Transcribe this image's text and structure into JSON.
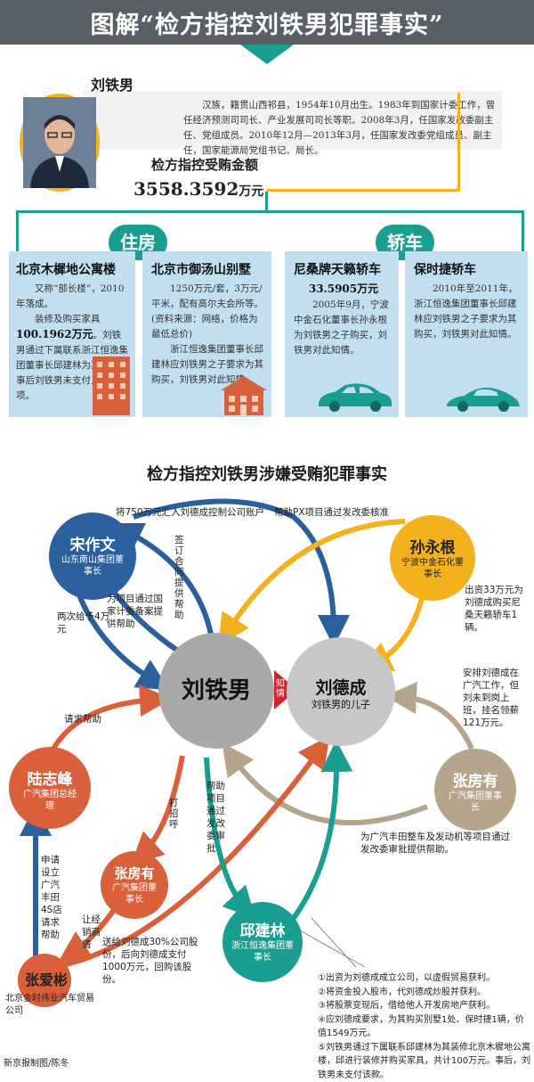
{
  "title": "图解“检方指控刘铁男犯罪事实”",
  "profile": {
    "name": "刘铁男",
    "bio": "汉族，籍贯山西祁县，1954年10月出生。1983年到国家计委工作，曾任经济预测司司长、产业发展司司长等职。2008年3月，任国家发改委副主任、党组成员。2010年12月—2013年3月，任国家发改委党组成员、副主任，国家能源局党组书记、局长。",
    "amount_label": "检方指控受贿金额",
    "amount_value": "3558.3592",
    "amount_unit": "万元"
  },
  "categories": {
    "housing": "住房",
    "cars": "轿车"
  },
  "cards": [
    {
      "title": "北京木樨地公寓楼",
      "p1": "又称“部长楼”，2010年落成。",
      "p2_pre": "装修及购买家具",
      "p2_bold": "100.1962万元",
      "p2_post": "。刘铁男通过下属联系浙江恒逸集团董事长邱建林为其装修，事后刘铁男未支付上述款项。"
    },
    {
      "title": "北京市御汤山别墅",
      "p1": "1250万元/套，3万元/平米，配有高尔夫会所等。(资料来源：网络，价格为最低总价)",
      "p2_pre": "浙江恒逸集团董事长邱建林应刘铁男之子要求为其购买，刘铁男对此知情。",
      "p2_bold": "",
      "p2_post": ""
    },
    {
      "title": "尼桑牌天籁轿车",
      "p1": "",
      "p2_pre": "",
      "p2_bold": "33.5905万元",
      "p2_post": "2005年9月，宁波中金石化董事长孙永根为刘铁男之子购买，刘铁男对此知情。"
    },
    {
      "title": "保时捷轿车",
      "p1": "2010年至2011年，浙江恒逸集团董事长邱建林应刘铁男之子要求为其购买，刘铁男对此知情。",
      "p2_pre": "",
      "p2_bold": "",
      "p2_post": ""
    }
  ],
  "diagram": {
    "title": "检方指控刘铁男涉嫌受贿犯罪事实",
    "center": {
      "name": "刘铁男"
    },
    "son": {
      "name": "刘德成",
      "sub": "刘铁男的儿子"
    },
    "knows": "知情",
    "nodes": {
      "song": {
        "name": "宋作文",
        "sub": "山东南山集团董事长"
      },
      "sun": {
        "name": "孙永根",
        "sub": "宁波中金石化董事长"
      },
      "lu": {
        "name": "陆志峰",
        "sub": "广汽集团总经理"
      },
      "zhang_right": {
        "name": "张房有",
        "sub": "广汽集团董事长"
      },
      "zhang_left": {
        "name": "张房有",
        "sub": "广汽集团董事长"
      },
      "qiu": {
        "name": "邱建林",
        "sub": "浙江恒逸集团董事长"
      },
      "zhang_ai": {
        "name": "张爱彬",
        "sub": "北京金时伟业汽车贸易公司"
      }
    },
    "labels": {
      "song_to_son": "将750万元汇入刘德成控制公司账户",
      "sun_to_son": "帮助PX项目通过发改委核准",
      "song_contract": "签订合同提供帮助",
      "song_project": "为项目通过国家计委备案提供帮助",
      "song_money": "两次给予4万元",
      "sun_car": "出资33万元为刘德成购买尼桑天籁轿车1辆。",
      "zhang_right_job": "安排刘德成在广汽工作，但刘未到岗上班，挂名领薪121万元。",
      "lu_help": "请求帮助",
      "greet": "打招呼",
      "qiu_help": "帮助项目通过发改委审批",
      "zhang_toyota": "为广汽丰田整车及发动机等项目通过发改委审批提供帮助。",
      "apply_4s": "申请设立广汽丰田4S店请求帮助",
      "lu_zhang_ask": "让经销商请",
      "zhang_shares": "送给刘德成30%公司股份，后向刘德成支付1000万元，回购该股份。"
    },
    "notes": [
      "①出资为刘德成成立公司，以虚假贸易获利。",
      "②将资金投入股市，代刘德成炒股并获利。",
      "③将股票变现后，借给他人开发房地产获利。",
      "④应刘德成要求，为其购买别墅1处、保时捷1辆，价值1549万元。",
      "⑤刘铁男通过下属联系邱建林为其装修北京木樨地公寓楼，邱进行装修并购买家具，共计100万元。事后，刘铁男未支付该款。"
    ]
  },
  "credit": "新京报制图/陈冬",
  "colors": {
    "teal": "#1a9e91",
    "yellow": "#f3b21d",
    "blue": "#2b5f9e",
    "orange": "#d9603b",
    "tan": "#b5a58c",
    "gray": "#a9a9a9"
  }
}
